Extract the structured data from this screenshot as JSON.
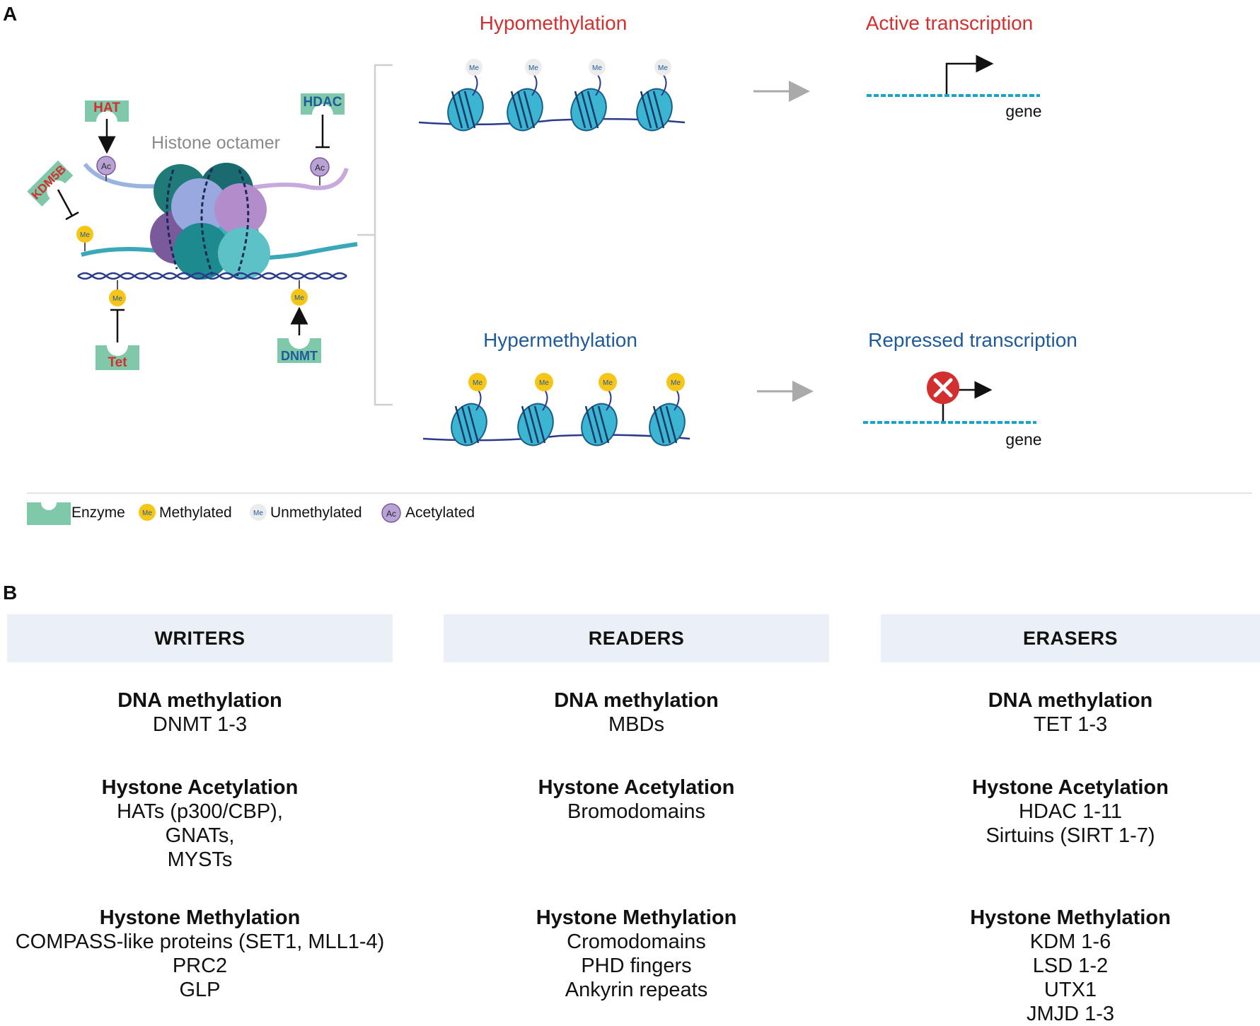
{
  "panels": {
    "a": "A",
    "b": "B"
  },
  "panel_a": {
    "octamer_label": "Histone octamer",
    "enzymes": {
      "hat": "HAT",
      "hdac": "HDAC",
      "kdm5b": "KDM5B",
      "tet": "Tet",
      "dnmt": "DNMT"
    },
    "mark_me": "Me",
    "mark_ac": "Ac",
    "hypo": {
      "title": "Hypomethylation",
      "outcome": "Active transcription",
      "gene": "gene"
    },
    "hyper": {
      "title": "Hypermethylation",
      "outcome": "Repressed transcription",
      "gene": "gene"
    },
    "legend": {
      "enzyme": "Enzyme",
      "methylated": "Methylated",
      "unmethylated": "Unmethylated",
      "acetylated": "Acetylated"
    },
    "colors": {
      "enzyme": "#7fc8a9",
      "red_label": "#d32f2f",
      "blue_label": "#1f5a9a",
      "methyl": "#f5c518",
      "acetyl": "#b9a2d6",
      "nucleosome": "#3bb5d2",
      "dna": "#1aa3c9",
      "stop": "#d32f2f"
    }
  },
  "panel_b": {
    "columns": [
      {
        "header": "WRITERS",
        "groups": [
          {
            "title": "DNA methylation",
            "items": [
              "DNMT 1-3"
            ]
          },
          {
            "title": "Hystone Acetylation",
            "items": [
              "HATs (p300/CBP),",
              "GNATs,",
              "MYSTs"
            ]
          },
          {
            "title": "Hystone Methylation",
            "items": [
              "COMPASS-like proteins (SET1, MLL1-4)",
              "PRC2",
              "GLP"
            ]
          }
        ]
      },
      {
        "header": "READERS",
        "groups": [
          {
            "title": "DNA methylation",
            "items": [
              "MBDs"
            ]
          },
          {
            "title": "Hystone Acetylation",
            "items": [
              "Bromodomains"
            ]
          },
          {
            "title": "Hystone Methylation",
            "items": [
              "Cromodomains",
              "PHD fingers",
              "Ankyrin repeats"
            ]
          }
        ]
      },
      {
        "header": "ERASERS",
        "groups": [
          {
            "title": "DNA methylation",
            "items": [
              "TET 1-3"
            ]
          },
          {
            "title": "Hystone Acetylation",
            "items": [
              "HDAC 1-11",
              "Sirtuins (SIRT 1-7)"
            ]
          },
          {
            "title": "Hystone Methylation",
            "items": [
              "KDM 1-6",
              "LSD 1-2",
              "UTX1",
              "JMJD 1-3"
            ]
          }
        ]
      }
    ]
  }
}
